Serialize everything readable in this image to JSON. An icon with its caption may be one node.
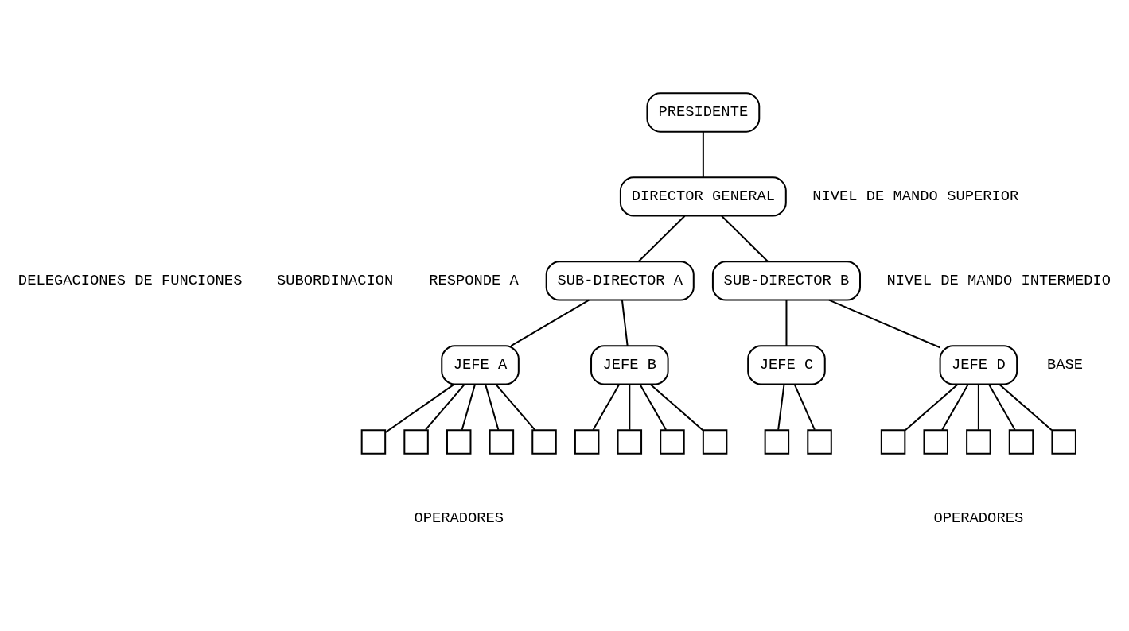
{
  "diagram": {
    "nodes": [
      {
        "text": [
          "PRESIDENTE"
        ]
      },
      {
        "text": [
          "DIRECTOR GENERAL"
        ]
      },
      {
        "text": [
          "SUB-DIRECTOR A"
        ]
      },
      {
        "text": [
          "SUB-DIRECTOR B"
        ]
      },
      {
        "text": [
          "JEFE A"
        ]
      },
      {
        "text": [
          "JEFE B"
        ]
      },
      {
        "text": [
          "JEFE C"
        ]
      },
      {
        "text": [
          "JEFE D"
        ]
      },
      {
        "text": [],
        "shape": "box"
      },
      {
        "text": [],
        "shape": "box"
      },
      {
        "text": [],
        "shape": "box"
      },
      {
        "text": [],
        "shape": "box"
      },
      {
        "text": [],
        "shape": "box"
      },
      {
        "text": [],
        "shape": "box"
      },
      {
        "text": [],
        "shape": "box"
      },
      {
        "text": [],
        "shape": "box"
      },
      {
        "text": [],
        "shape": "box"
      },
      {
        "text": [],
        "shape": "box"
      },
      {
        "text": [],
        "shape": "box"
      },
      {
        "text": [],
        "shape": "box"
      },
      {
        "text": [],
        "shape": "box"
      },
      {
        "text": [],
        "shape": "box"
      },
      {
        "text": [],
        "shape": "box"
      },
      {
        "text": [],
        "shape": "box"
      }
    ],
    "edges": [
      {
        "from": 0,
        "to": 1,
        "arrow": "none"
      },
      {
        "from": 1,
        "to": 2,
        "arrow": "none"
      },
      {
        "from": 1,
        "to": 3,
        "arrow": "none"
      },
      {
        "from": 2,
        "to": 4,
        "arrow": "none"
      },
      {
        "from": 2,
        "to": 5,
        "arrow": "none"
      },
      {
        "from": 3,
        "to": 6,
        "arrow": "none"
      },
      {
        "from": 3,
        "to": 7,
        "arrow": "none"
      },
      {
        "from": 4,
        "to": 8,
        "arrow": "none"
      },
      {
        "from": 4,
        "to": 9,
        "arrow": "none"
      },
      {
        "from": 4,
        "to": 10,
        "arrow": "none"
      },
      {
        "from": 4,
        "to": 11,
        "arrow": "none"
      },
      {
        "from": 4,
        "to": 12,
        "arrow": "none"
      },
      {
        "from": 5,
        "to": 13,
        "arrow": "none"
      },
      {
        "from": 5,
        "to": 14,
        "arrow": "none"
      },
      {
        "from": 5,
        "to": 15,
        "arrow": "none"
      },
      {
        "from": 5,
        "to": 16,
        "arrow": "none"
      },
      {
        "from": 6,
        "to": 17,
        "arrow": "none"
      },
      {
        "from": 6,
        "to": 18,
        "arrow": "none"
      },
      {
        "from": 7,
        "to": 19,
        "arrow": "none"
      },
      {
        "from": 7,
        "to": 20,
        "arrow": "none"
      },
      {
        "from": 7,
        "to": 21,
        "arrow": "none"
      },
      {
        "from": 7,
        "to": 22,
        "arrow": "none"
      },
      {
        "from": 7,
        "to": 23,
        "arrow": "none"
      }
    ],
    "labels": [
      "DELEGACIONES DE FUNCIONES",
      "SUBORDINACION",
      "RESPONDE A",
      "NIVEL DE MANDO SUPERIOR",
      "NIVEL DE MANDO INTERMEDIO",
      "BASE",
      "OPERADORES",
      "OPERADORES"
    ]
  }
}
